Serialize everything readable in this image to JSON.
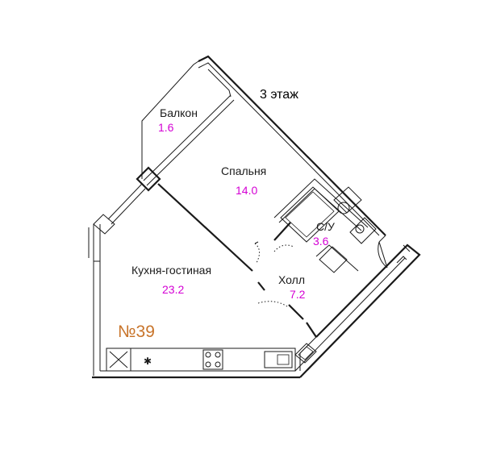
{
  "floor_label": "3 этаж",
  "apartment_number": "№39",
  "rooms": [
    {
      "name": "Балкон",
      "area": "1.6"
    },
    {
      "name": "Спальня",
      "area": "14.0"
    },
    {
      "name": "С/У",
      "area": "3.6"
    },
    {
      "name": "Кухня-гостиная",
      "area": "23.2"
    },
    {
      "name": "Холл",
      "area": "7.2"
    }
  ],
  "colors": {
    "walls": "#1a1a1a",
    "area_text": "#d400d4",
    "apartment_number": "#c8742a"
  }
}
